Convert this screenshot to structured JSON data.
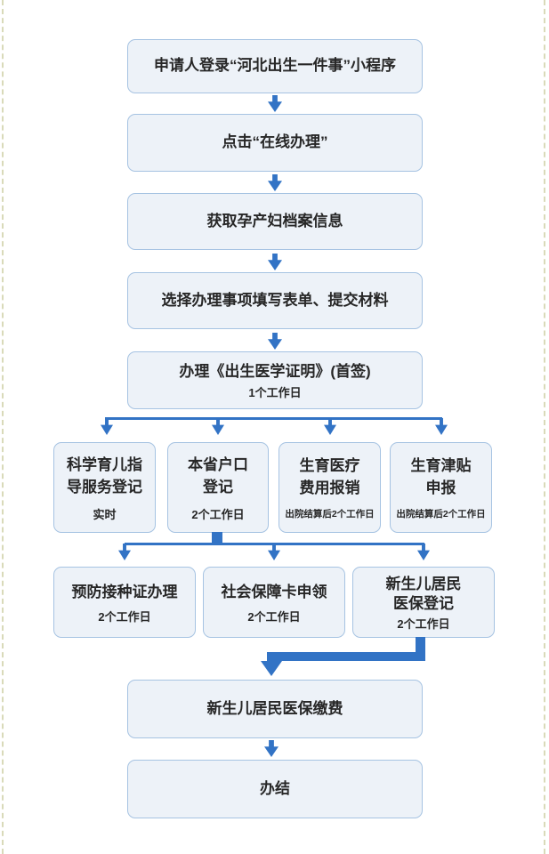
{
  "diagram": {
    "title_hint": "河北出生一件事办理流程",
    "main_steps": [
      {
        "label": "申请人登录“河北出生一件事”小程序"
      },
      {
        "label": "点击“在线办理”"
      },
      {
        "label": "获取孕产妇档案信息"
      },
      {
        "label": "选择办理事项填写表单、提交材料"
      },
      {
        "label": "办理《出生医学证明》(首签)",
        "duration": "1个工作日"
      }
    ],
    "branch_row_1": [
      {
        "label": "科学育儿指\n导服务登记",
        "duration": "实时"
      },
      {
        "label": "本省户口\n登记",
        "duration": "2个工作日"
      },
      {
        "label": "生育医疗\n费用报销",
        "duration": "出院结算后2个工作日"
      },
      {
        "label": "生育津贴\n申报",
        "duration": "出院结算后2个工作日"
      }
    ],
    "branch_row_2": [
      {
        "label": "预防接种证办理",
        "duration": "2个工作日"
      },
      {
        "label": "社会保障卡申领",
        "duration": "2个工作日"
      },
      {
        "label": "新生儿居民\n医保登记",
        "duration": "2个工作日"
      }
    ],
    "final_steps": [
      {
        "label": "新生儿居民医保缴费"
      },
      {
        "label": "办结"
      }
    ],
    "colors": {
      "box_fill": "#edf2f8",
      "box_border": "#a6c3e2",
      "arrow_blue": "#3273c5",
      "text": "#272727",
      "page_border": "#d9dab9"
    }
  }
}
